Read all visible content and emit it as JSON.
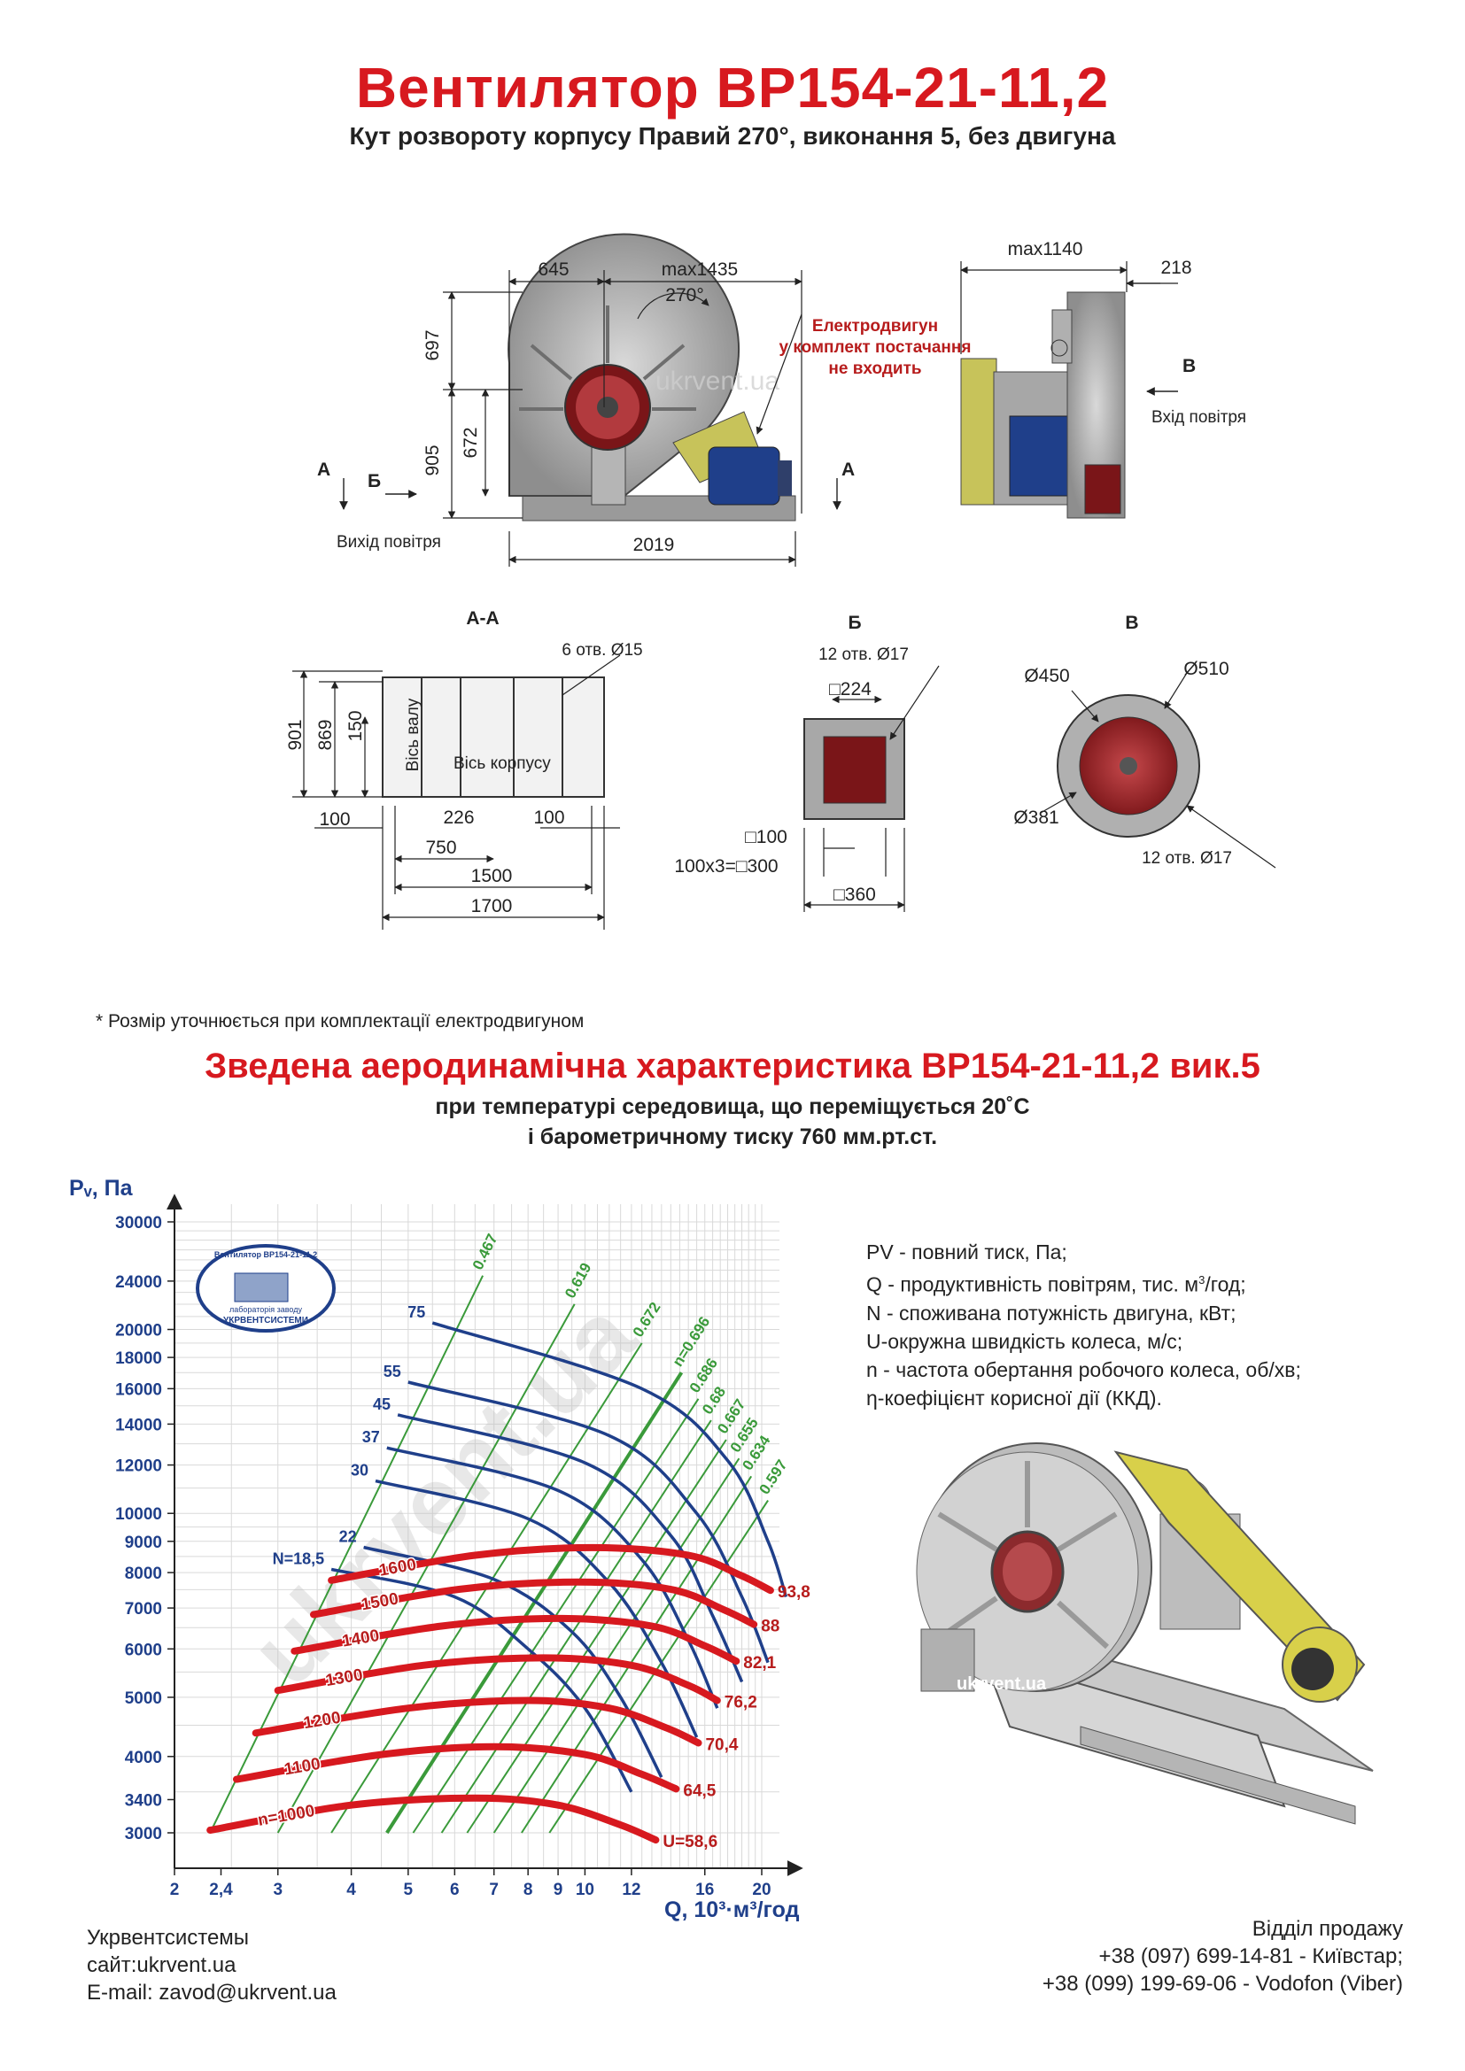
{
  "header": {
    "title": "Вентилятор ВР154-21-11,2",
    "subtitle": "Кут розвороту корпусу Правий 270°, виконання 5, без двигуна"
  },
  "watermark": "ukrvent.ua",
  "drawing_main": {
    "dims": {
      "w645": "645",
      "max1435": "max1435",
      "angle": "270°",
      "h697": "697",
      "h905": "905",
      "h672": "672",
      "w2019": "2019",
      "max1140": "max1140",
      "w218": "218"
    },
    "motor_note": [
      "Електродвигун",
      "у комплект постачання",
      "не входить"
    ],
    "arrow_a_left": "А",
    "arrow_b": "Б",
    "arrow_a_right": "А",
    "arrow_v": "В",
    "outlet_label": "Вихід повітря",
    "inlet_label": "Вхід повітря"
  },
  "section_aa": {
    "title": "А-А",
    "holes": "6 отв.  Ø15",
    "h901": "901",
    "h869": "869",
    "h150": "150",
    "shaft_axis": "Вісь валу",
    "body_axis": "Вісь корпусу",
    "w100a": "100",
    "w226": "226",
    "w100b": "100",
    "w750": "750",
    "w1500": "1500",
    "w1700": "1700"
  },
  "section_b": {
    "title": "Б",
    "holes": "12 отв.  Ø17",
    "sq224": "□224",
    "sq100": "□100",
    "pitch": "100х3=□300",
    "sq360": "□360"
  },
  "section_v": {
    "title": "В",
    "d450": "Ø450",
    "d510": "Ø510",
    "d381": "Ø381",
    "holes": "12 отв.  Ø17"
  },
  "footnote": "* Розмір уточнюється при комплектації електродвигуном",
  "chart_header": {
    "title": "Зведена аеродинамічна характеристика ВР154-21-11,2 вик.5",
    "line1": "при температурі середовища, що переміщується 20˚С",
    "line2": "і барометричному тиску 760 мм.рт.ст."
  },
  "chart_data": {
    "type": "line",
    "xlabel": "Q, 10³·м³/год",
    "ylabel": "Pᵥ, Па",
    "x_scale": "log",
    "y_scale": "log",
    "xlim": [
      2,
      20
    ],
    "ylim": [
      3000,
      30000
    ],
    "x_ticks": [
      2,
      2.4,
      3,
      4,
      5,
      6,
      7,
      8,
      9,
      10,
      12,
      16,
      20
    ],
    "y_ticks": [
      3000,
      3400,
      4000,
      5000,
      6000,
      7000,
      8000,
      9000,
      10000,
      12000,
      14000,
      16000,
      18000,
      20000,
      24000,
      30000
    ],
    "speed_series": [
      {
        "name": "n=1000",
        "U": "U=58,6",
        "points": [
          [
            2.3,
            3030
          ],
          [
            4,
            3330
          ],
          [
            6.5,
            3420
          ],
          [
            9,
            3330
          ],
          [
            11.5,
            3090
          ],
          [
            13.2,
            2920
          ]
        ]
      },
      {
        "name": "1100",
        "U": "64,5",
        "points": [
          [
            2.55,
            3670
          ],
          [
            4.5,
            4030
          ],
          [
            7,
            4150
          ],
          [
            10,
            4030
          ],
          [
            12.5,
            3740
          ],
          [
            14.3,
            3540
          ]
        ]
      },
      {
        "name": "1200",
        "U": "70,4",
        "points": [
          [
            2.75,
            4370
          ],
          [
            5,
            4800
          ],
          [
            8,
            4940
          ],
          [
            11,
            4800
          ],
          [
            13.8,
            4450
          ],
          [
            15.6,
            4210
          ]
        ]
      },
      {
        "name": "1300",
        "U": "76,2",
        "points": [
          [
            3,
            5130
          ],
          [
            5.3,
            5640
          ],
          [
            8.5,
            5800
          ],
          [
            12,
            5640
          ],
          [
            15,
            5230
          ],
          [
            16.8,
            4940
          ]
        ]
      },
      {
        "name": "1400",
        "U": "82,1",
        "points": [
          [
            3.2,
            5950
          ],
          [
            5.7,
            6540
          ],
          [
            9,
            6730
          ],
          [
            13,
            6540
          ],
          [
            16,
            6070
          ],
          [
            18.1,
            5730
          ]
        ]
      },
      {
        "name": "1500",
        "U": "88",
        "points": [
          [
            3.45,
            6830
          ],
          [
            6.1,
            7510
          ],
          [
            9.7,
            7720
          ],
          [
            14,
            7510
          ],
          [
            17.2,
            6960
          ],
          [
            19.4,
            6580
          ]
        ]
      },
      {
        "name": "1600",
        "U": "93,8",
        "points": [
          [
            3.7,
            7770
          ],
          [
            6.5,
            8540
          ],
          [
            10.3,
            8790
          ],
          [
            15,
            8540
          ],
          [
            18.4,
            7920
          ],
          [
            20.7,
            7480
          ]
        ]
      }
    ],
    "power_series": [
      {
        "name": "N=18,5",
        "points": [
          [
            3.7,
            8100
          ],
          [
            6,
            7300
          ],
          [
            8,
            6000
          ],
          [
            10,
            4800
          ],
          [
            12,
            3500
          ]
        ]
      },
      {
        "name": "22",
        "points": [
          [
            4.2,
            8800
          ],
          [
            7,
            7800
          ],
          [
            9.5,
            6400
          ],
          [
            11.5,
            5000
          ],
          [
            13.5,
            3700
          ]
        ]
      },
      {
        "name": "30",
        "points": [
          [
            4.4,
            11300
          ],
          [
            8,
            9800
          ],
          [
            11,
            7700
          ],
          [
            13.5,
            5700
          ],
          [
            15.5,
            4300
          ]
        ]
      },
      {
        "name": "37",
        "points": [
          [
            4.6,
            12800
          ],
          [
            9,
            10900
          ],
          [
            12.5,
            8400
          ],
          [
            15,
            6200
          ],
          [
            16.8,
            4800
          ]
        ]
      },
      {
        "name": "45",
        "points": [
          [
            4.8,
            14500
          ],
          [
            10,
            12100
          ],
          [
            14,
            9200
          ],
          [
            16.5,
            6800
          ],
          [
            18.5,
            5300
          ]
        ]
      },
      {
        "name": "55",
        "points": [
          [
            5,
            16400
          ],
          [
            11,
            13400
          ],
          [
            15.5,
            10000
          ],
          [
            18.5,
            7300
          ],
          [
            20.5,
            5700
          ]
        ]
      },
      {
        "name": "75",
        "points": [
          [
            5.5,
            20500
          ],
          [
            12.5,
            16000
          ],
          [
            17.5,
            12200
          ],
          [
            20.5,
            9000
          ],
          [
            22,
            7300
          ]
        ]
      }
    ],
    "efficiency_series": [
      {
        "name": "0.467",
        "points": [
          [
            2.3,
            3000
          ],
          [
            6.7,
            24500
          ]
        ]
      },
      {
        "name": "0.619",
        "points": [
          [
            3.0,
            3000
          ],
          [
            9.6,
            22000
          ]
        ]
      },
      {
        "name": "0.672",
        "points": [
          [
            3.7,
            3000
          ],
          [
            12.5,
            19000
          ]
        ]
      },
      {
        "name": "n=0.696",
        "points": [
          [
            4.6,
            3000
          ],
          [
            14.6,
            17000
          ]
        ]
      },
      {
        "name": "0.686",
        "points": [
          [
            5.1,
            3000
          ],
          [
            15.6,
            15400
          ]
        ]
      },
      {
        "name": "0.68",
        "points": [
          [
            5.7,
            3000
          ],
          [
            16.4,
            14200
          ]
        ]
      },
      {
        "name": "0.667",
        "points": [
          [
            6.3,
            3000
          ],
          [
            17.4,
            13200
          ]
        ]
      },
      {
        "name": "0.655",
        "points": [
          [
            7.0,
            3000
          ],
          [
            18.3,
            12300
          ]
        ]
      },
      {
        "name": "0.634",
        "points": [
          [
            7.8,
            3000
          ],
          [
            19.2,
            11500
          ]
        ]
      },
      {
        "name": "0.597",
        "points": [
          [
            8.7,
            3000
          ],
          [
            20.5,
            10500
          ]
        ]
      }
    ]
  },
  "legend": {
    "pv": "PV - повний тиск, Па;",
    "q_pre": "Q - продуктивність повітрям, тис. м",
    "q_sup": "3",
    "q_post": "/год;",
    "n": "N - споживана потужність двигуна, кВт;",
    "u": "U-окружна швидкість колеса, м/с;",
    "rpm": "n - частота обертання робочого колеса, об/хв;",
    "eta": "η-коефіцієнт корисної дії (ККД)."
  },
  "badge": {
    "top": "Вентилятор ВР154-21-11,2",
    "bottom": "УКРВЕНТСИСТЕМИ",
    "middle": "лабораторія заводу"
  },
  "company": {
    "name": "Укрвентсистемы",
    "site": "сайт:ukrvent.ua",
    "email": "E-mail: zavod@ukrvent.ua"
  },
  "sales": {
    "title": "Відділ продажу",
    "phone1": "+38 (097) 699-14-81 - Київстар;",
    "phone2": "+38 (099) 199-69-06 - Vodofon (Viber)"
  },
  "colors": {
    "accent": "#d7191f",
    "power": "#1f3f8a",
    "efficiency": "#3a9a3a",
    "speed": "#d7191f"
  }
}
